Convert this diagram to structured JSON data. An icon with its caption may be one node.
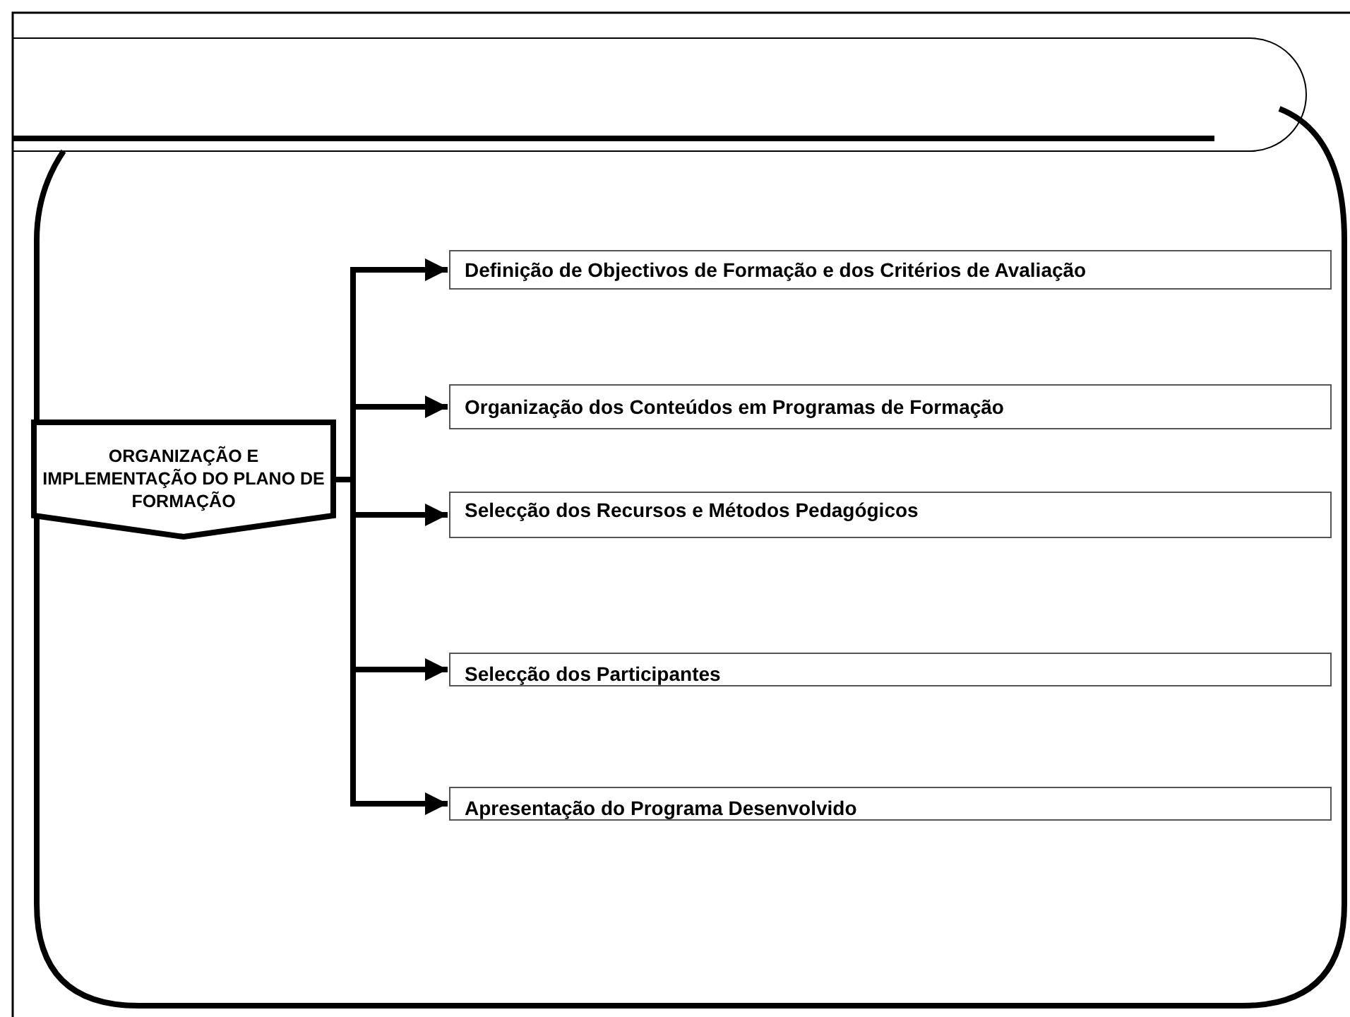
{
  "diagram": {
    "nodes": [
      {
        "text": [
          "ORGANIZAÇÃO E IMPLEMENTAÇÃO DO PLANO DE FORMAÇÃO"
        ]
      },
      {
        "text": [
          "Definição de Objectivos de Formação e dos Critérios de Avaliação"
        ]
      },
      {
        "text": [
          "Organização dos Conteúdos em Programas de Formação"
        ]
      },
      {
        "text": [
          "Selecção dos Recursos e Métodos Pedagógicos"
        ]
      },
      {
        "text": [
          "Selecção dos Participantes"
        ]
      },
      {
        "text": [
          "Apresentação do Programa Desenvolvido"
        ]
      }
    ],
    "edges": [
      {
        "from": 0,
        "to": 1,
        "arrow": "to"
      },
      {
        "from": 0,
        "to": 2,
        "arrow": "to"
      },
      {
        "from": 0,
        "to": 3,
        "arrow": "to"
      },
      {
        "from": 0,
        "to": 4,
        "arrow": "to"
      },
      {
        "from": 0,
        "to": 5,
        "arrow": "to"
      }
    ]
  }
}
